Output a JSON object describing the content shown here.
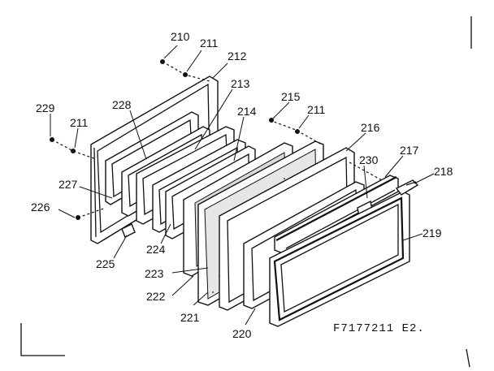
{
  "diagram": {
    "part_labels": {
      "p210": "210",
      "p211a": "211",
      "p212": "212",
      "p213": "213",
      "p214": "214",
      "p215": "215",
      "p211b": "211",
      "p216": "216",
      "p217": "217",
      "p218": "218",
      "p229": "229",
      "p211c": "211",
      "p228": "228",
      "p227": "227",
      "p226": "226",
      "p230": "230",
      "p219": "219",
      "p224": "224",
      "p225": "225",
      "p223": "223",
      "p222": "222",
      "p221": "221",
      "p220": "220"
    },
    "drawing_code": "F7177211 E2."
  }
}
